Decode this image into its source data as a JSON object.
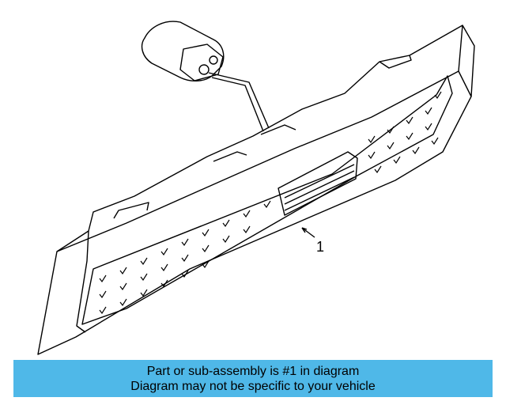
{
  "colors": {
    "part_fill": "#4fb8e8",
    "banner_bg": "#4fb8e8",
    "outline": "#000000",
    "background": "#ffffff"
  },
  "callout": {
    "number": "1"
  },
  "banner": {
    "line1": "Part or sub-assembly is #1 in diagram",
    "line2": "Diagram may not be specific to your vehicle"
  }
}
